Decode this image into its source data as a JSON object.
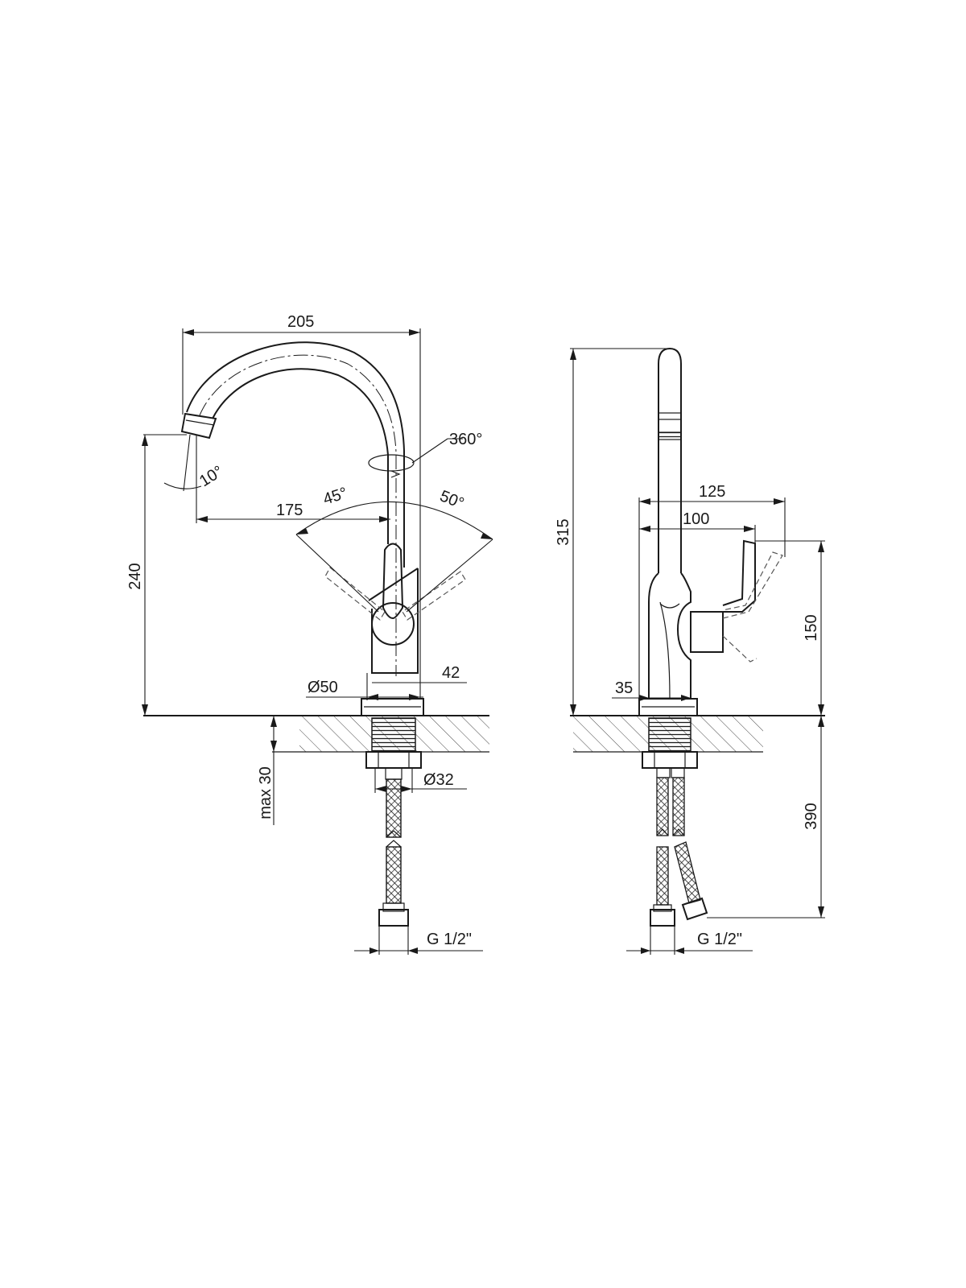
{
  "front_view": {
    "width_205": "205",
    "height_240": "240",
    "spout_tilt_10": "10°",
    "swivel_360": "360°",
    "reach_175": "175",
    "handle_left_45": "45°",
    "handle_right_50": "50°",
    "body_dia_50": "Ø50",
    "body_42": "42",
    "mount_dia_32": "Ø32",
    "max_deck_30": "max 30",
    "connection_g12": "G 1/2\""
  },
  "side_view": {
    "height_315": "315",
    "depth_125": "125",
    "depth_100": "100",
    "handle_150": "150",
    "base_35": "35",
    "hose_390": "390",
    "connection_g12": "G 1/2\""
  }
}
